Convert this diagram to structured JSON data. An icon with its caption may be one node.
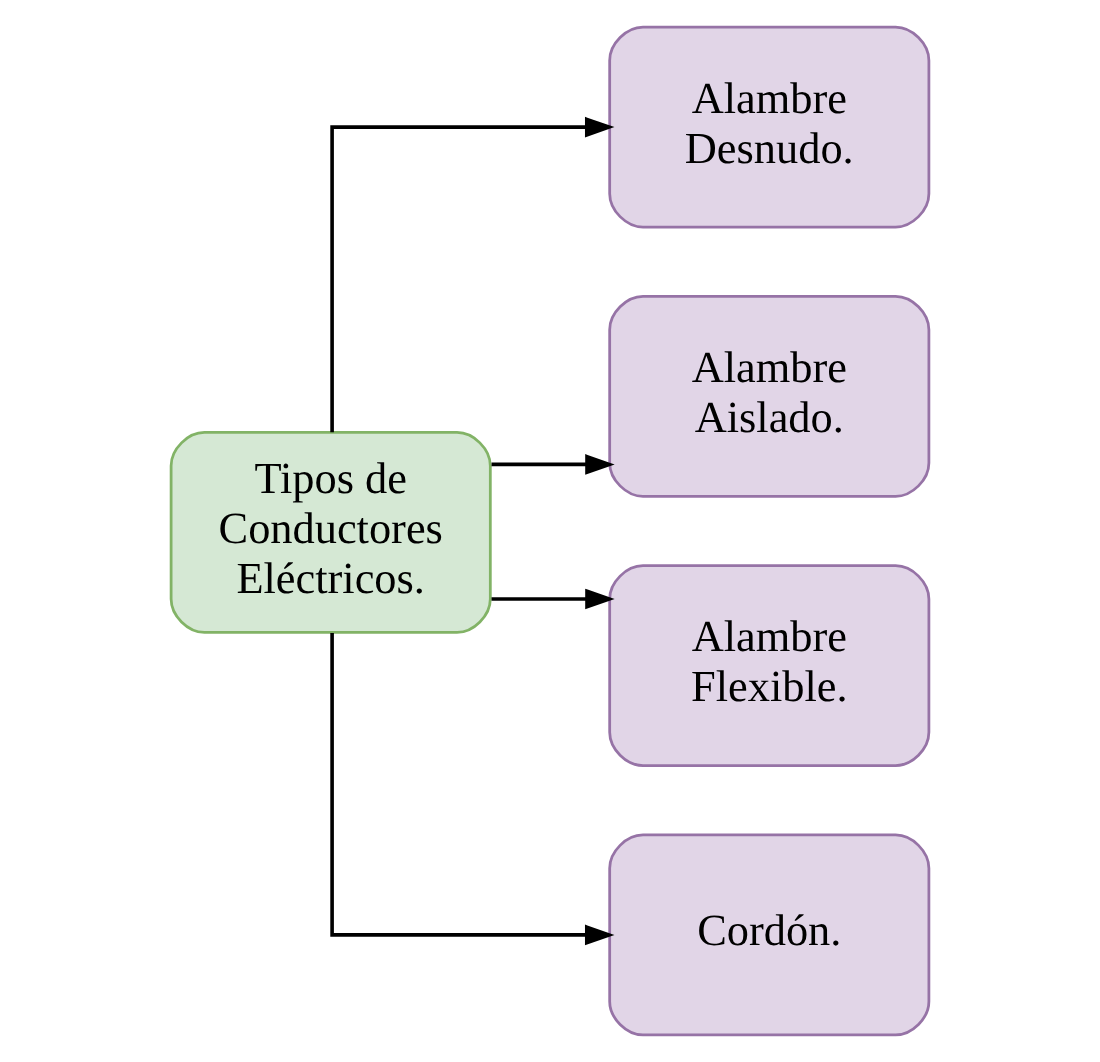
{
  "diagram": {
    "nodes": [
      {
        "text": [
          "Tipos de Conductores Eléctricos."
        ]
      },
      {
        "text": [
          "Alambre Desnudo."
        ]
      },
      {
        "text": [
          "Alambre Aislado."
        ]
      },
      {
        "text": [
          "Alambre Flexible."
        ]
      },
      {
        "text": [
          "Cordón."
        ]
      }
    ],
    "edges": [
      {
        "from": 0,
        "to": 1,
        "arrow": "to"
      },
      {
        "from": 0,
        "to": 2,
        "arrow": "to"
      },
      {
        "from": 0,
        "to": 3,
        "arrow": "to"
      },
      {
        "from": 0,
        "to": 4,
        "arrow": "to"
      }
    ]
  }
}
